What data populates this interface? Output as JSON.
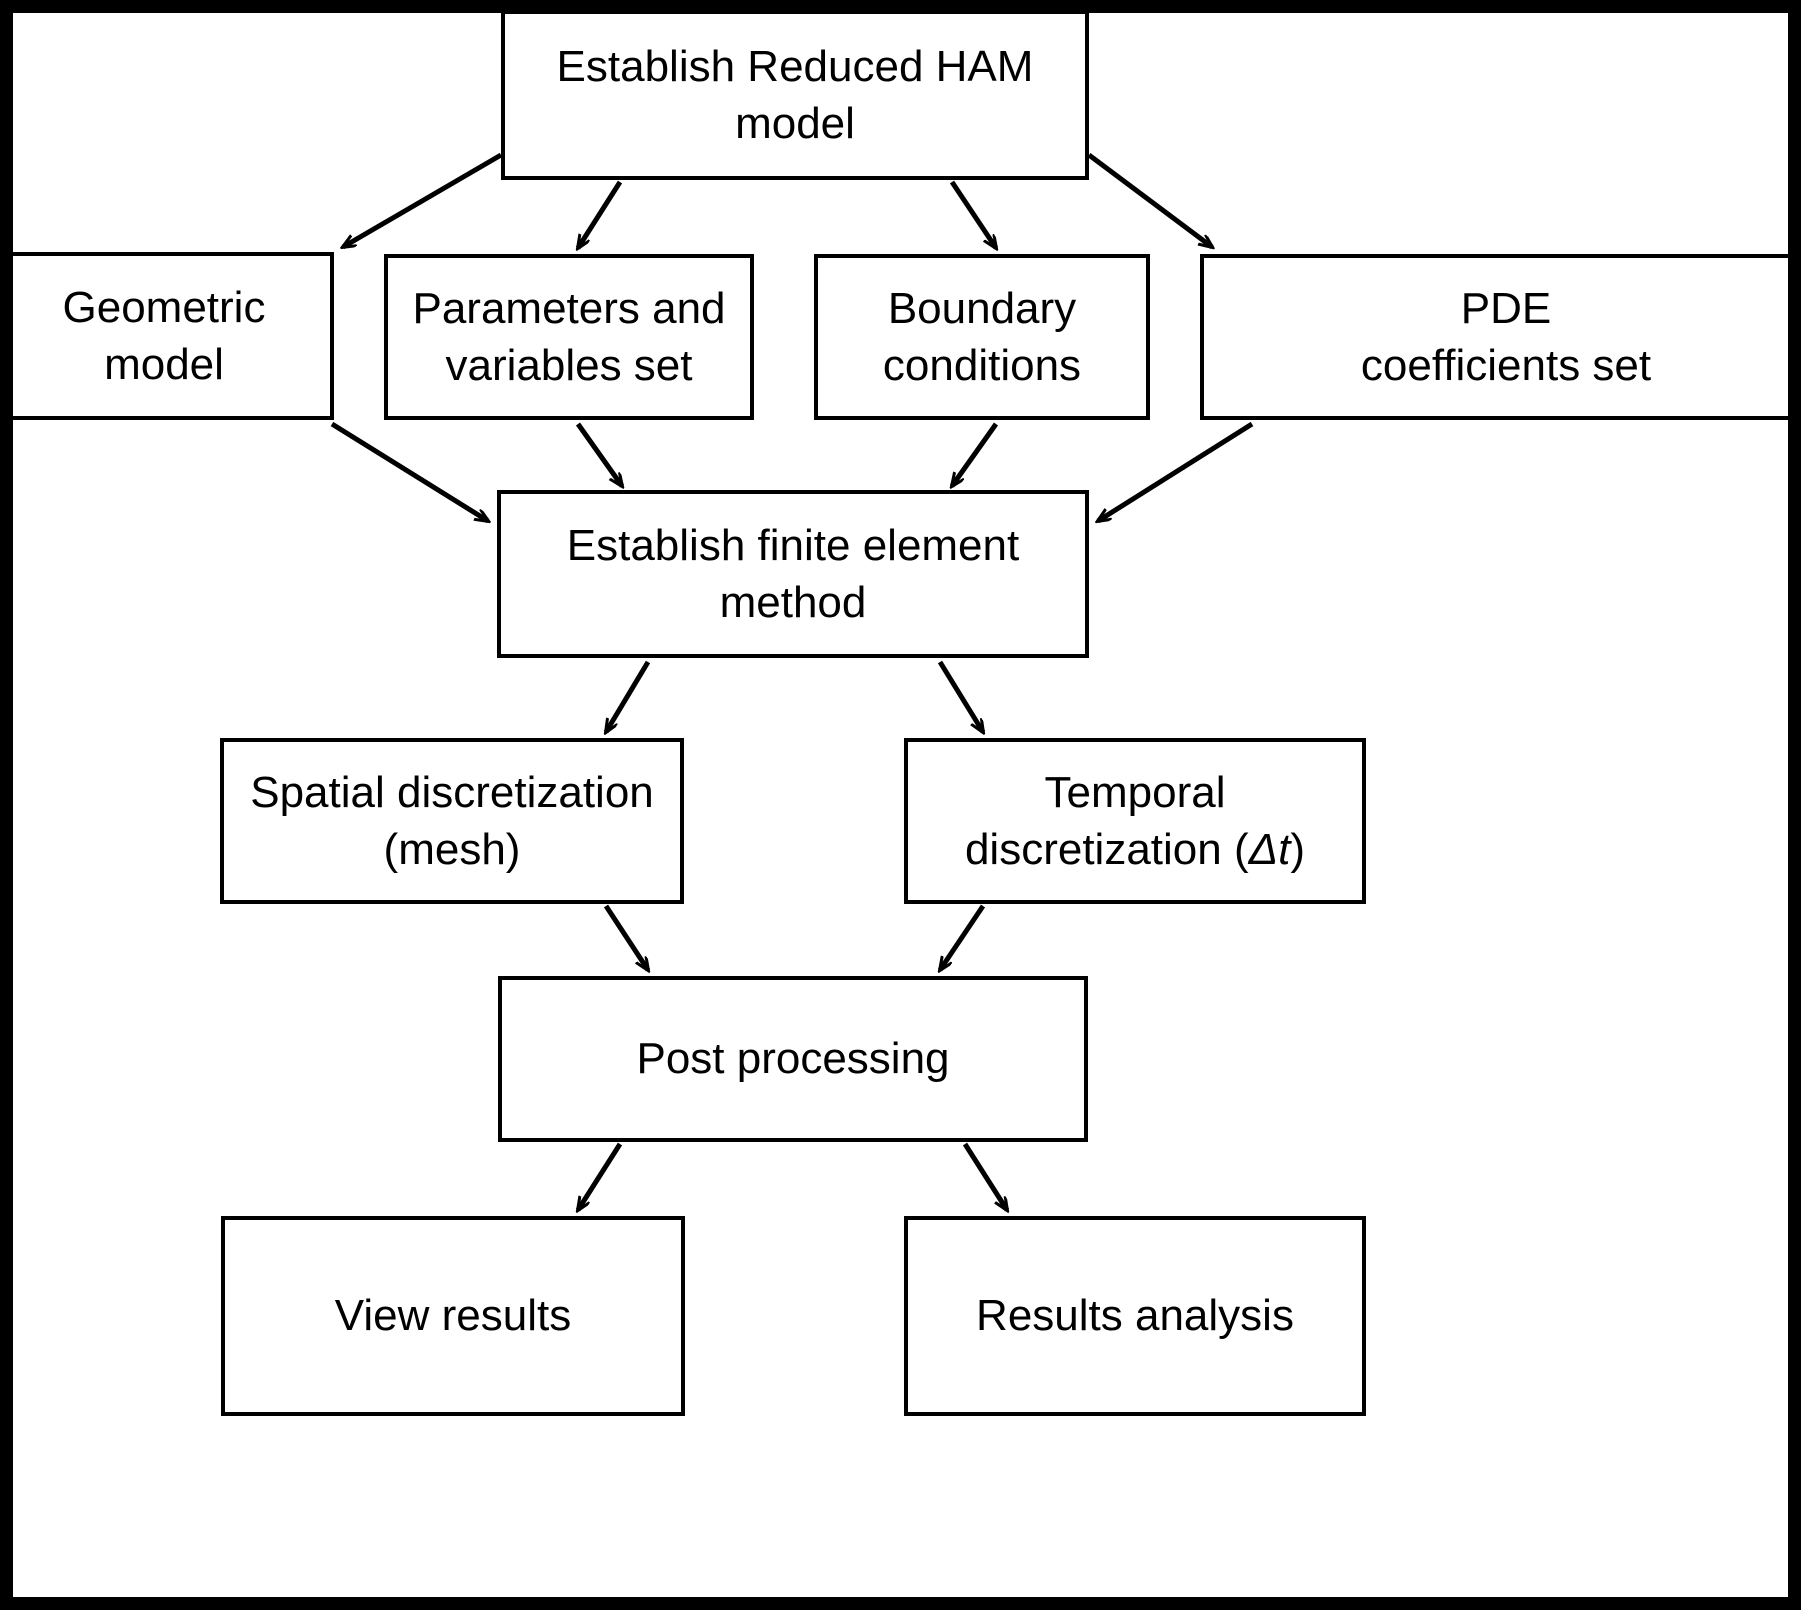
{
  "diagram": {
    "title_node": "Establish Reduced HAM\nmodel",
    "colors": {
      "background": "#ffffff",
      "stroke": "#000000",
      "text": "#000000"
    },
    "nodes": [
      {
        "id": "ham",
        "label": "Establish Reduced HAM\nmodel"
      },
      {
        "id": "geometric",
        "label": "Geometric\nmodel"
      },
      {
        "id": "params",
        "label": "Parameters and\nvariables set"
      },
      {
        "id": "boundary",
        "label": "Boundary\nconditions"
      },
      {
        "id": "pde",
        "label": "PDE\ncoefficients set"
      },
      {
        "id": "fem",
        "label": "Establish finite element\nmethod"
      },
      {
        "id": "spatial",
        "label": "Spatial discretization\n(mesh)"
      },
      {
        "id": "temporal",
        "label": "Temporal\ndiscretization (",
        "label_italic": "Δt",
        "label_tail": ")"
      },
      {
        "id": "post",
        "label": "Post processing"
      },
      {
        "id": "view",
        "label": "View results"
      },
      {
        "id": "analysis",
        "label": "Results analysis"
      }
    ],
    "edges": [
      {
        "from": "ham",
        "to": "geometric"
      },
      {
        "from": "ham",
        "to": "params"
      },
      {
        "from": "ham",
        "to": "boundary"
      },
      {
        "from": "ham",
        "to": "pde"
      },
      {
        "from": "geometric",
        "to": "fem"
      },
      {
        "from": "params",
        "to": "fem"
      },
      {
        "from": "boundary",
        "to": "fem"
      },
      {
        "from": "pde",
        "to": "fem"
      },
      {
        "from": "fem",
        "to": "spatial"
      },
      {
        "from": "fem",
        "to": "temporal"
      },
      {
        "from": "spatial",
        "to": "post"
      },
      {
        "from": "temporal",
        "to": "post"
      },
      {
        "from": "post",
        "to": "view"
      },
      {
        "from": "post",
        "to": "analysis"
      }
    ]
  }
}
